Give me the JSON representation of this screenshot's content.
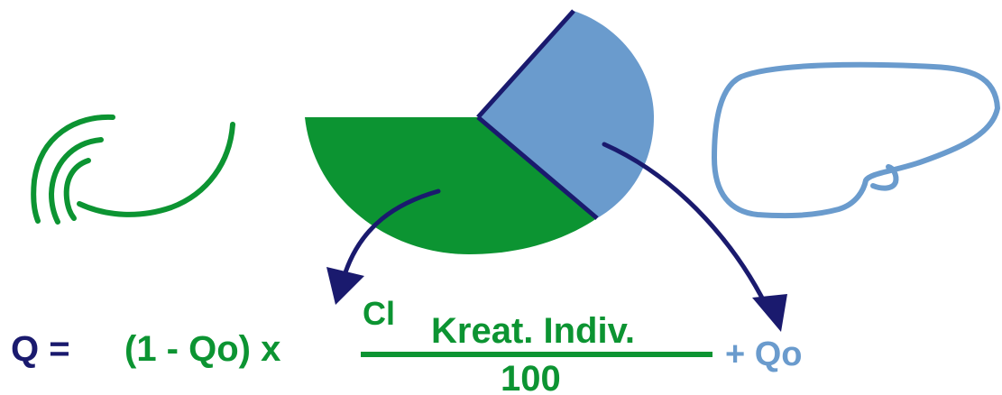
{
  "formula": {
    "lhs": "Q =",
    "factor": "(1 - Qo) x",
    "numerator_main": "Cl",
    "numerator_sub": "Kreat. Indiv.",
    "denominator": "100",
    "addend": "+ Qo"
  },
  "colors": {
    "green": "#0c9432",
    "blue": "#6a9bcd",
    "navy": "#1a1a6e"
  },
  "icons": [
    "kidney-icon",
    "liver-icon",
    "pie-diagram",
    "arrow-left",
    "arrow-right"
  ]
}
